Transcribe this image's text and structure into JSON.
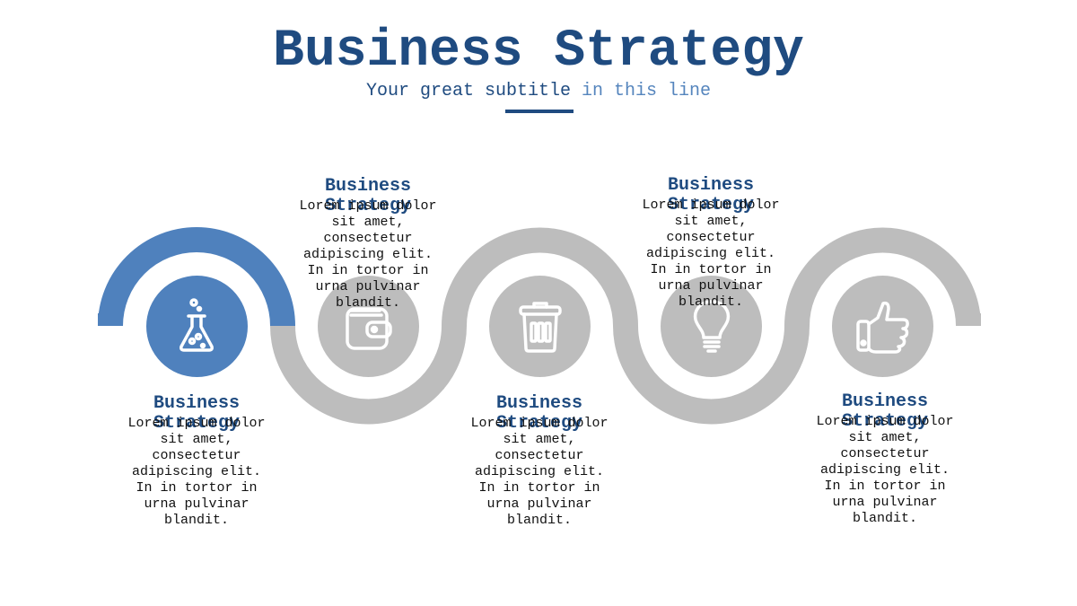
{
  "header": {
    "title": "Business Strategy",
    "subtitle_main": "Your great subtitle",
    "subtitle_light": "in this line"
  },
  "colors": {
    "accent": "#4f81bd",
    "primary": "#1f4b80",
    "inactive": "#bdbdbd"
  },
  "steps": [
    {
      "title": "Business Strategy",
      "text": "Lorem ipsum dolor sit amet, consectetur adipiscing elit. In in tortor in urna pulvinar blandit.",
      "icon": "flask-icon",
      "active": true
    },
    {
      "title": "Business Strategy",
      "text": "Lorem ipsum dolor sit amet, consectetur adipiscing elit. In in tortor in urna pulvinar blandit.",
      "icon": "wallet-icon",
      "active": false
    },
    {
      "title": "Business Strategy",
      "text": "Lorem ipsum dolor sit amet, consectetur adipiscing elit. In in tortor in urna pulvinar blandit.",
      "icon": "trash-icon",
      "active": false
    },
    {
      "title": "Business Strategy",
      "text": "Lorem ipsum dolor sit amet, consectetur adipiscing elit. In in tortor in urna pulvinar blandit.",
      "icon": "lightbulb-icon",
      "active": false
    },
    {
      "title": "Business Strategy",
      "text": "Lorem ipsum dolor sit amet, consectetur adipiscing elit. In in tortor in urna pulvinar blandit.",
      "icon": "thumbs-up-icon",
      "active": false
    }
  ]
}
